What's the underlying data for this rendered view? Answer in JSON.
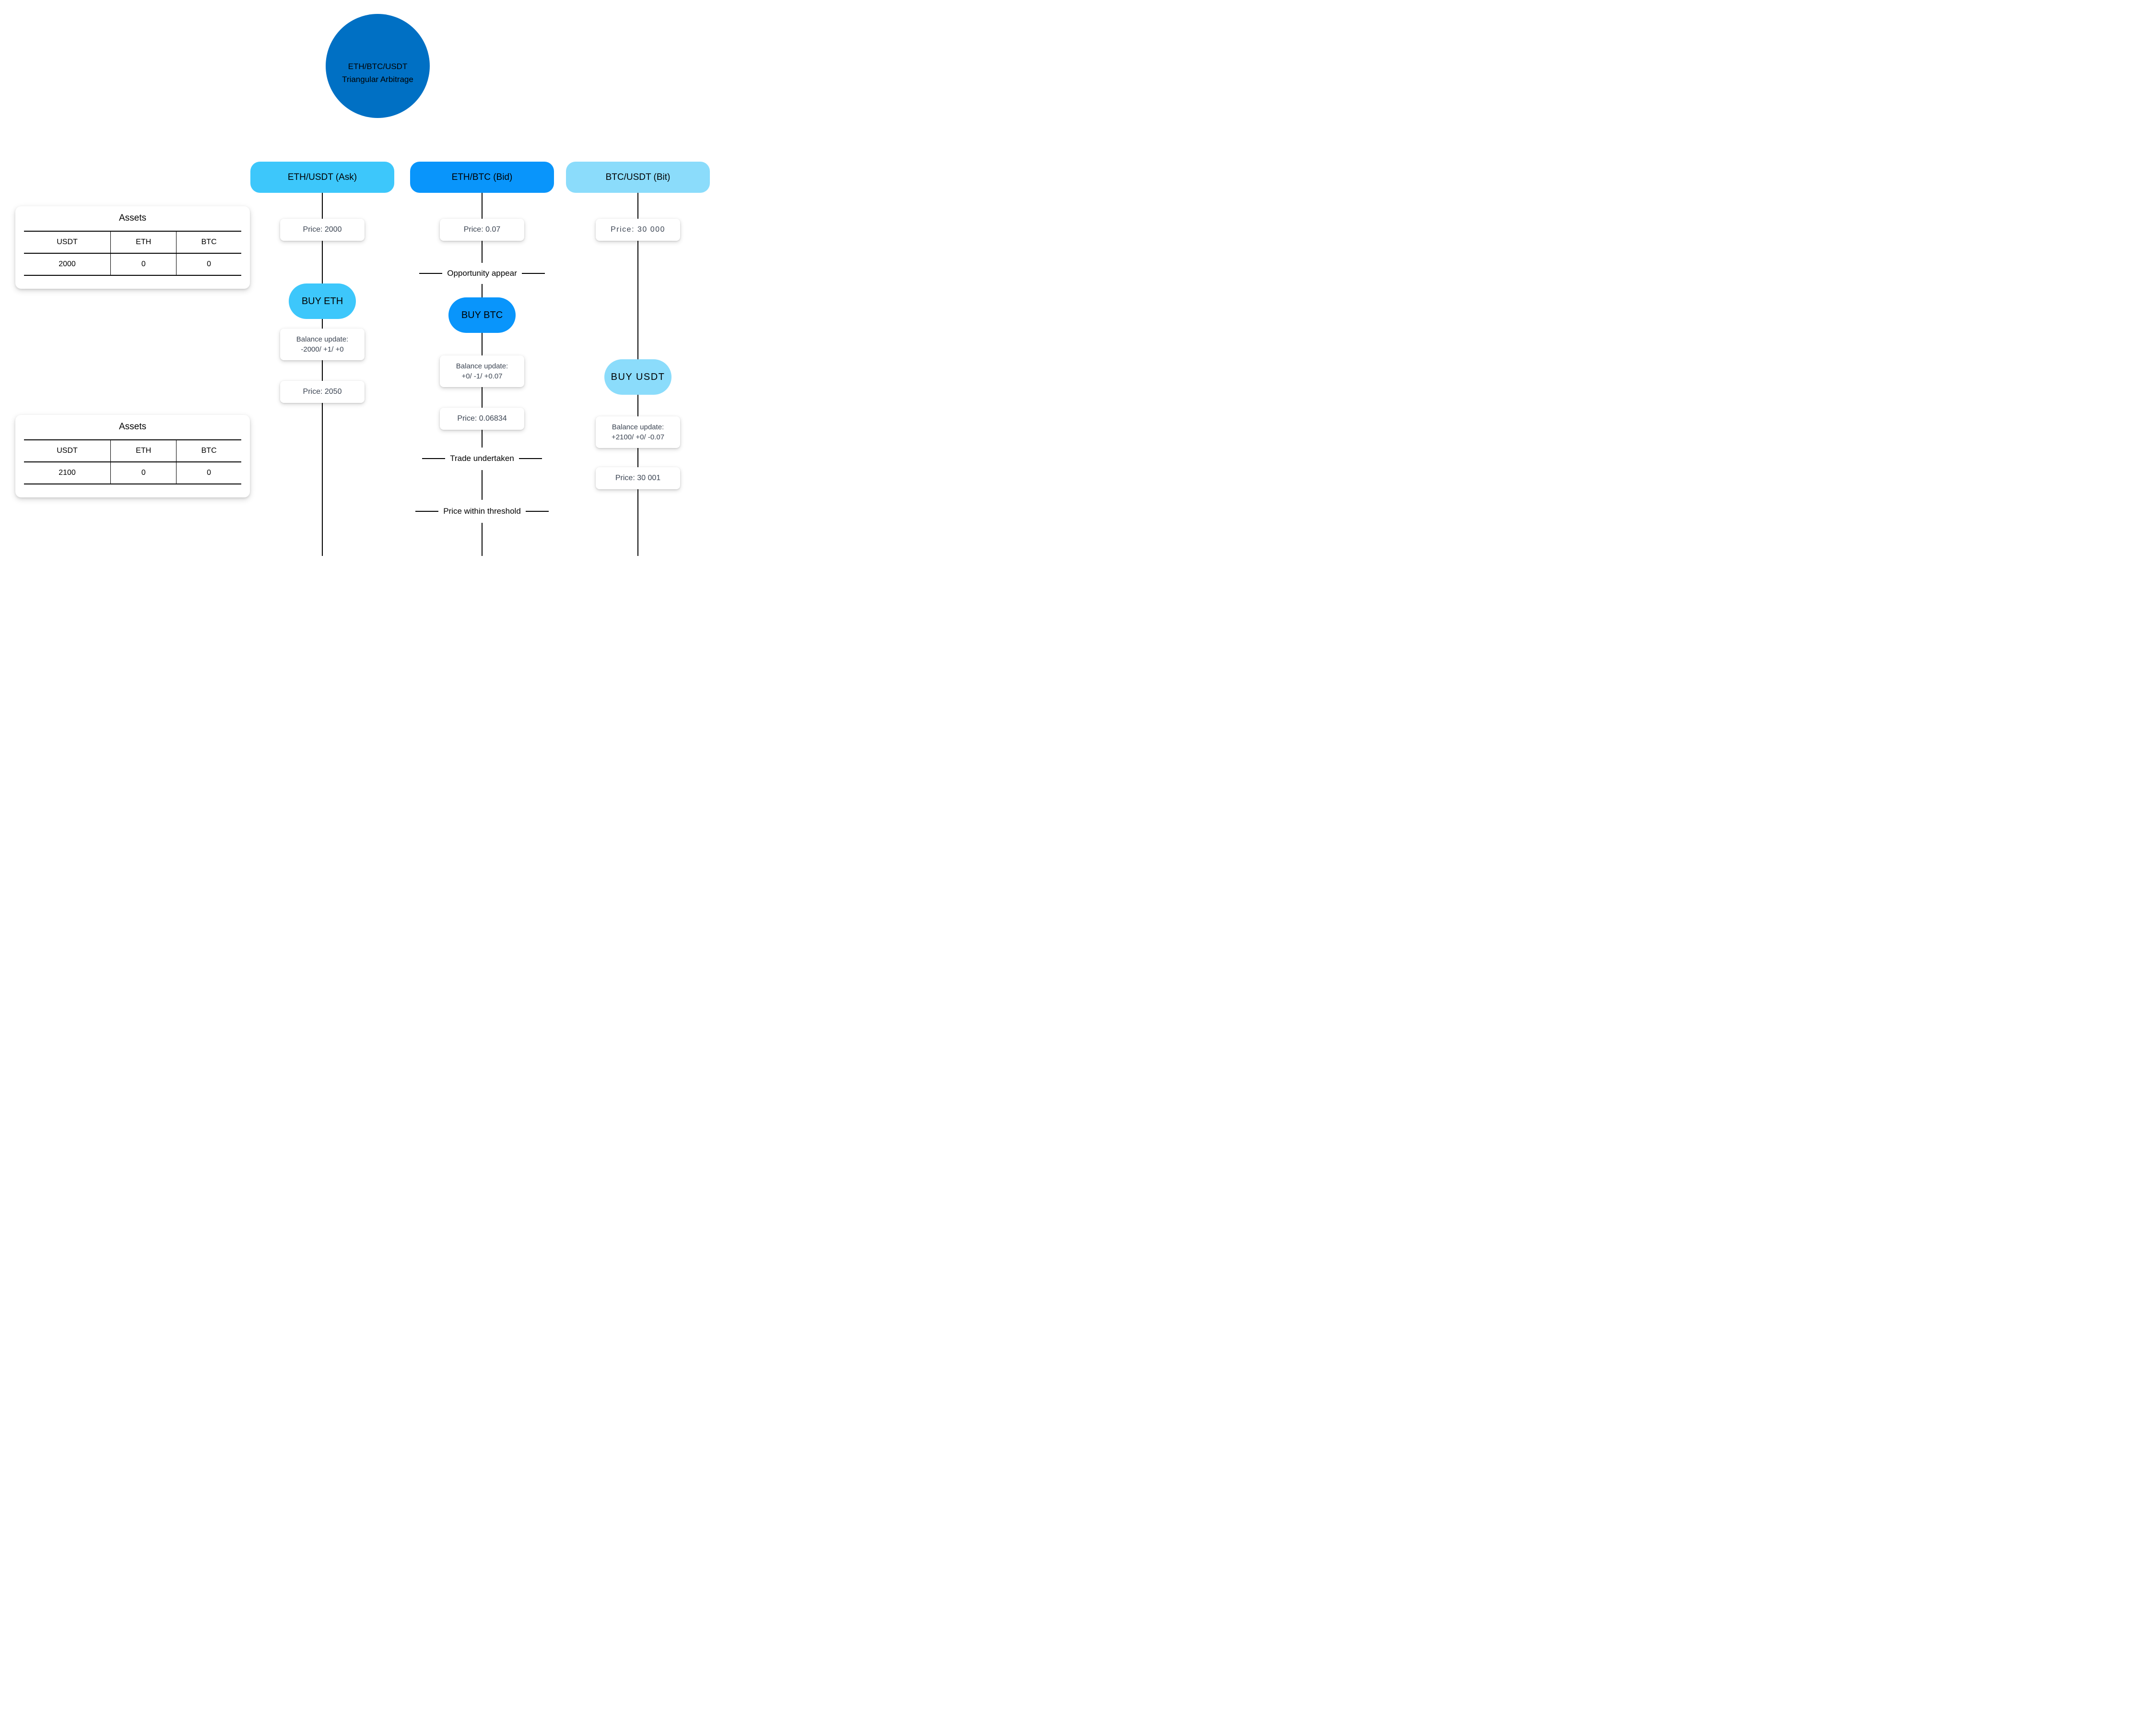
{
  "circle": {
    "line1": "ETH/BTC/USDT",
    "line2": "Triangular Arbitrage",
    "color": "#0070c4"
  },
  "lanes": [
    {
      "label": "ETH/USDT (Ask)",
      "color": "#3dc7fb",
      "price_open": "Price: 2000",
      "action": "BUY ETH",
      "balance": {
        "label": "Balance update:",
        "value": "-2000/ +1/ +0"
      },
      "price_close": "Price: 2050"
    },
    {
      "label": "ETH/BTC (Bid)",
      "color": "#0995fb",
      "price_open": "Price: 0.07",
      "action": "BUY BTC",
      "balance": {
        "label": "Balance update:",
        "value": "+0/ -1/ +0.07"
      },
      "price_close": "Price: 0.06834",
      "events": {
        "opportunity": "Opportunity appear",
        "trade": "Trade undertaken",
        "threshold": "Price within threshold"
      }
    },
    {
      "label": "BTC/USDT (Bit)",
      "color": "#8bdcfb",
      "price_open": "Price: 30 000",
      "action": "BUY USDT",
      "balance": {
        "label": "Balance update:",
        "value": "+2100/ +0/ -0.07"
      },
      "price_close": "Price: 30 001"
    }
  ],
  "assets_tables": [
    {
      "title": "Assets",
      "columns": [
        "USDT",
        "ETH",
        "BTC"
      ],
      "values": [
        "2000",
        "0",
        "0"
      ]
    },
    {
      "title": "Assets",
      "columns": [
        "USDT",
        "ETH",
        "BTC"
      ],
      "values": [
        "2100",
        "0",
        "0"
      ]
    }
  ]
}
